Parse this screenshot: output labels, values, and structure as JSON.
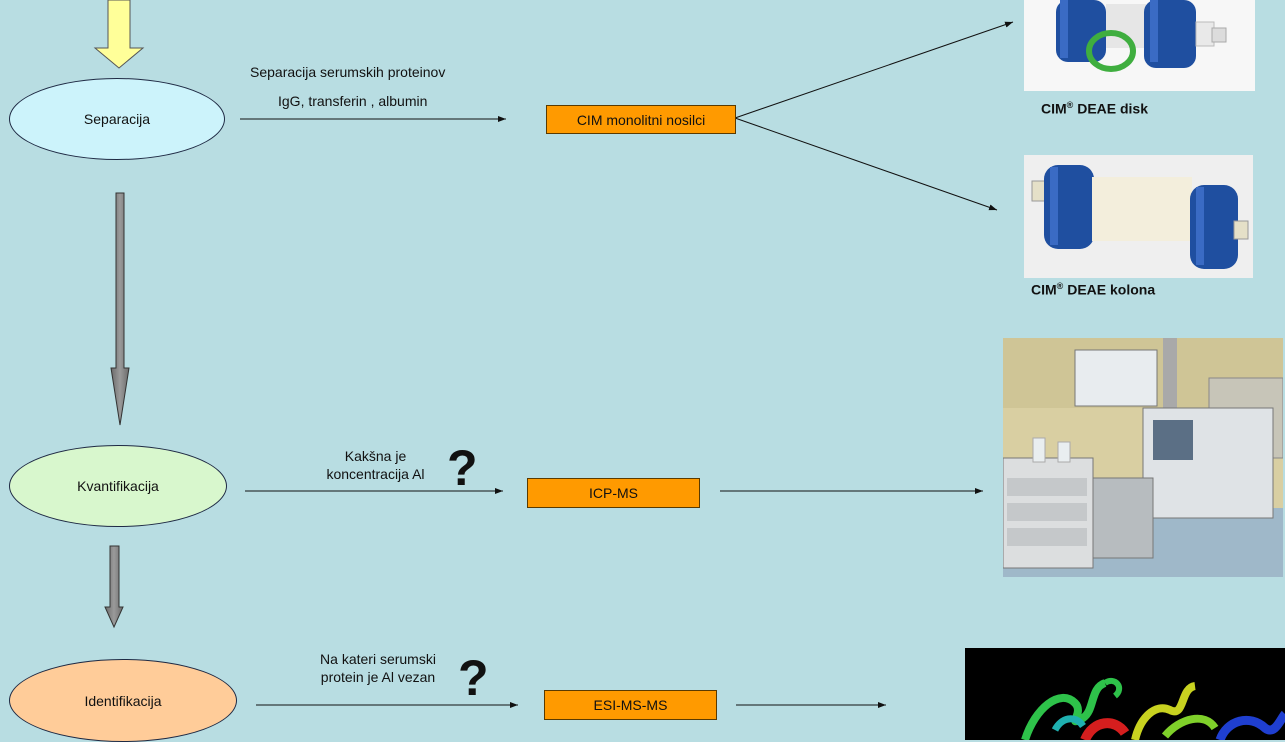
{
  "steps": {
    "separation": "Separacija",
    "quantification": "Kvantifikacija",
    "identification": "Identifikacija"
  },
  "separation_notes": {
    "line1": "Separacija serumskih proteinov",
    "line2": "IgG, transferin , albumin"
  },
  "quant_question": {
    "line1": "Kakšna je",
    "line2": "koncentracija Al",
    "mark": "?"
  },
  "ident_question": {
    "line1": "Na kateri serumski",
    "line2": "protein je Al vezan",
    "mark": "?"
  },
  "boxes": {
    "cim": "CIM monolitni nosilci",
    "icp": "ICP-MS",
    "esi": "ESI-MS-MS"
  },
  "captions": {
    "disk_prefix": "CIM",
    "disk_reg": "®",
    "disk_suffix": " DEAE disk",
    "column_prefix": "CIM",
    "column_reg": "®",
    "column_suffix": " DEAE kolona"
  },
  "colors": {
    "background": "#b8dde2",
    "separation_fill": "#ccf3fb",
    "quantification_fill": "#d8f7cd",
    "identification_fill": "#ffcc99",
    "box_fill": "#ff9a00",
    "top_arrow": "#ffff99",
    "down_arrow": "#808080"
  },
  "icons": {
    "top_arrow": "yellow-down-arrow-icon",
    "down_arrows": "gray-down-arrow-icon",
    "photos": [
      "cim-disk-photo",
      "cim-column-photo",
      "icp-ms-instrument-photo",
      "protein-ribbon-structure"
    ]
  }
}
